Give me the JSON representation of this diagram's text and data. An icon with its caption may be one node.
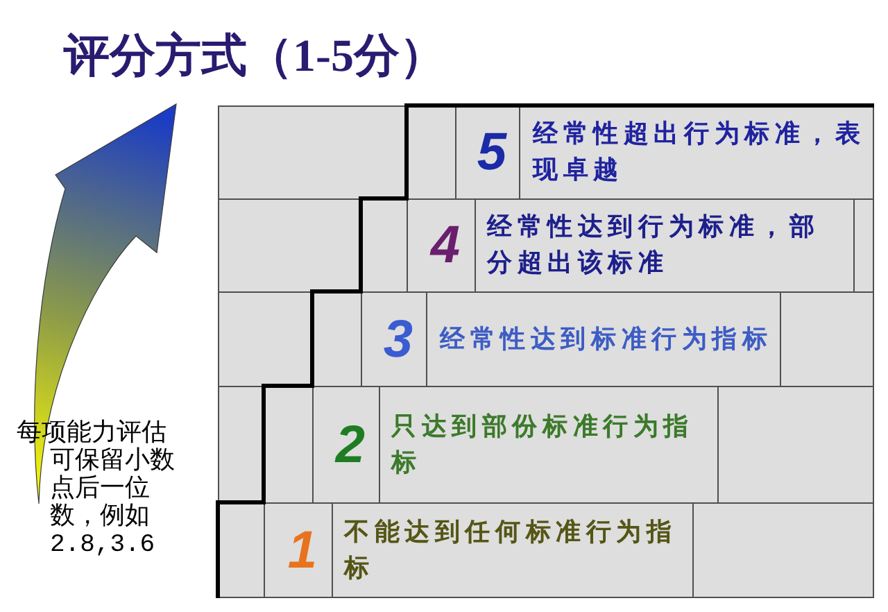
{
  "diagram": {
    "title": "评分方式（1-5分）",
    "nodes": [
      {
        "text": [],
        "shape": "box"
      },
      {
        "text": [],
        "shape": "box"
      },
      {
        "text": [
          "5"
        ]
      },
      {
        "text": [
          "经常性超出行为标准，表现卓越"
        ]
      },
      {
        "text": [],
        "shape": "box"
      },
      {
        "text": [],
        "shape": "box"
      },
      {
        "text": [
          "4"
        ]
      },
      {
        "text": [
          "经常性达到行为标准，部分超出该标准"
        ]
      },
      {
        "text": [],
        "shape": "box"
      },
      {
        "text": [],
        "shape": "box"
      },
      {
        "text": [],
        "shape": "box"
      },
      {
        "text": [
          "3"
        ]
      },
      {
        "text": [
          "经常性达到标准行为指标"
        ]
      },
      {
        "text": [],
        "shape": "box"
      },
      {
        "text": [],
        "shape": "box"
      },
      {
        "text": [],
        "shape": "box"
      },
      {
        "text": [
          "2"
        ]
      },
      {
        "text": [
          "只达到部份标准行为指标"
        ]
      },
      {
        "text": [],
        "shape": "box"
      },
      {
        "text": [],
        "shape": "box"
      },
      {
        "text": [
          "1"
        ]
      },
      {
        "text": [
          "不能达到任何标准行为指标"
        ]
      },
      {
        "text": [],
        "shape": "box"
      }
    ],
    "labels": [
      "每项能力评估可保留小数点后一位数，例如2.8,3.6"
    ]
  }
}
